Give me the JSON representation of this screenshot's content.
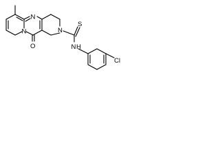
{
  "molecule": {
    "atoms": {
      "ring_n_top": "N",
      "ring_n_bridge": "N",
      "ring_n_piperidine": "N",
      "carbonyl_o": "O",
      "thio_s": "S",
      "amide_n": "N",
      "amide_h": "H",
      "chloro": "Cl"
    }
  }
}
